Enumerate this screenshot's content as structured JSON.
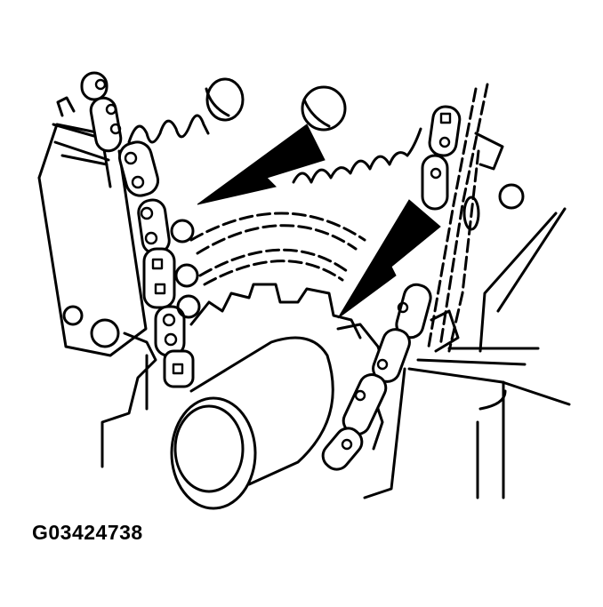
{
  "figure": {
    "id_label": "G03424738",
    "subject": "timing-chain-and-crankshaft-sprocket",
    "arrows": [
      {
        "name": "left-arrow",
        "direction": "down-left",
        "points_to": "chain-left-side"
      },
      {
        "name": "right-arrow",
        "direction": "down-left",
        "points_to": "crankshaft-sprocket"
      }
    ],
    "colors": {
      "line": "#000000",
      "background": "#ffffff"
    }
  }
}
